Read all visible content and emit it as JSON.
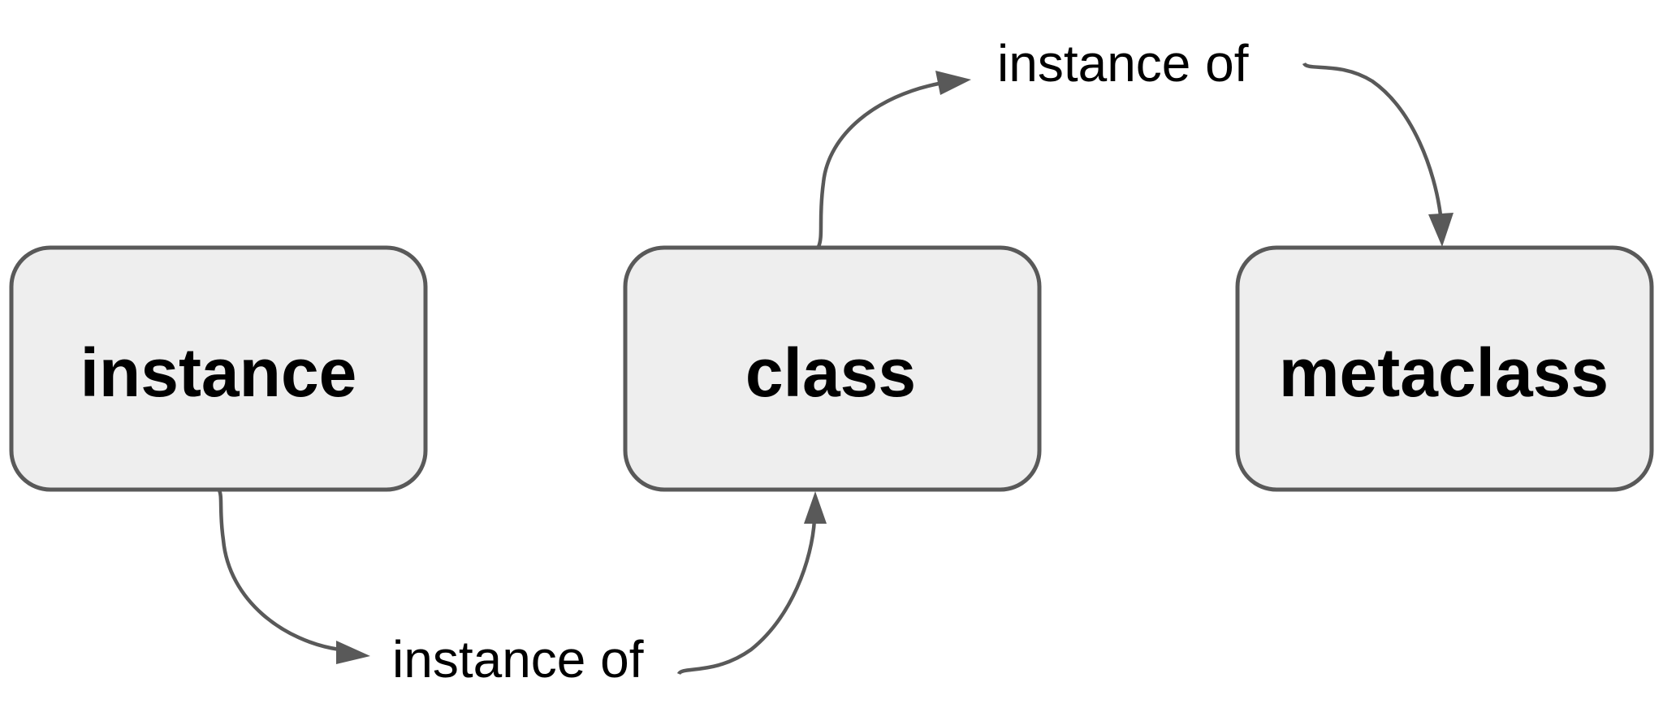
{
  "diagram": {
    "nodes": [
      {
        "id": "instance",
        "label": "instance"
      },
      {
        "id": "class",
        "label": "class"
      },
      {
        "id": "metaclass",
        "label": "metaclass"
      }
    ],
    "edges": [
      {
        "from": "instance",
        "to": "class",
        "label": "instance of"
      },
      {
        "from": "class",
        "to": "metaclass",
        "label": "instance of"
      }
    ],
    "colors": {
      "node_fill": "#eeeeee",
      "stroke": "#595959",
      "text": "#000000"
    }
  }
}
